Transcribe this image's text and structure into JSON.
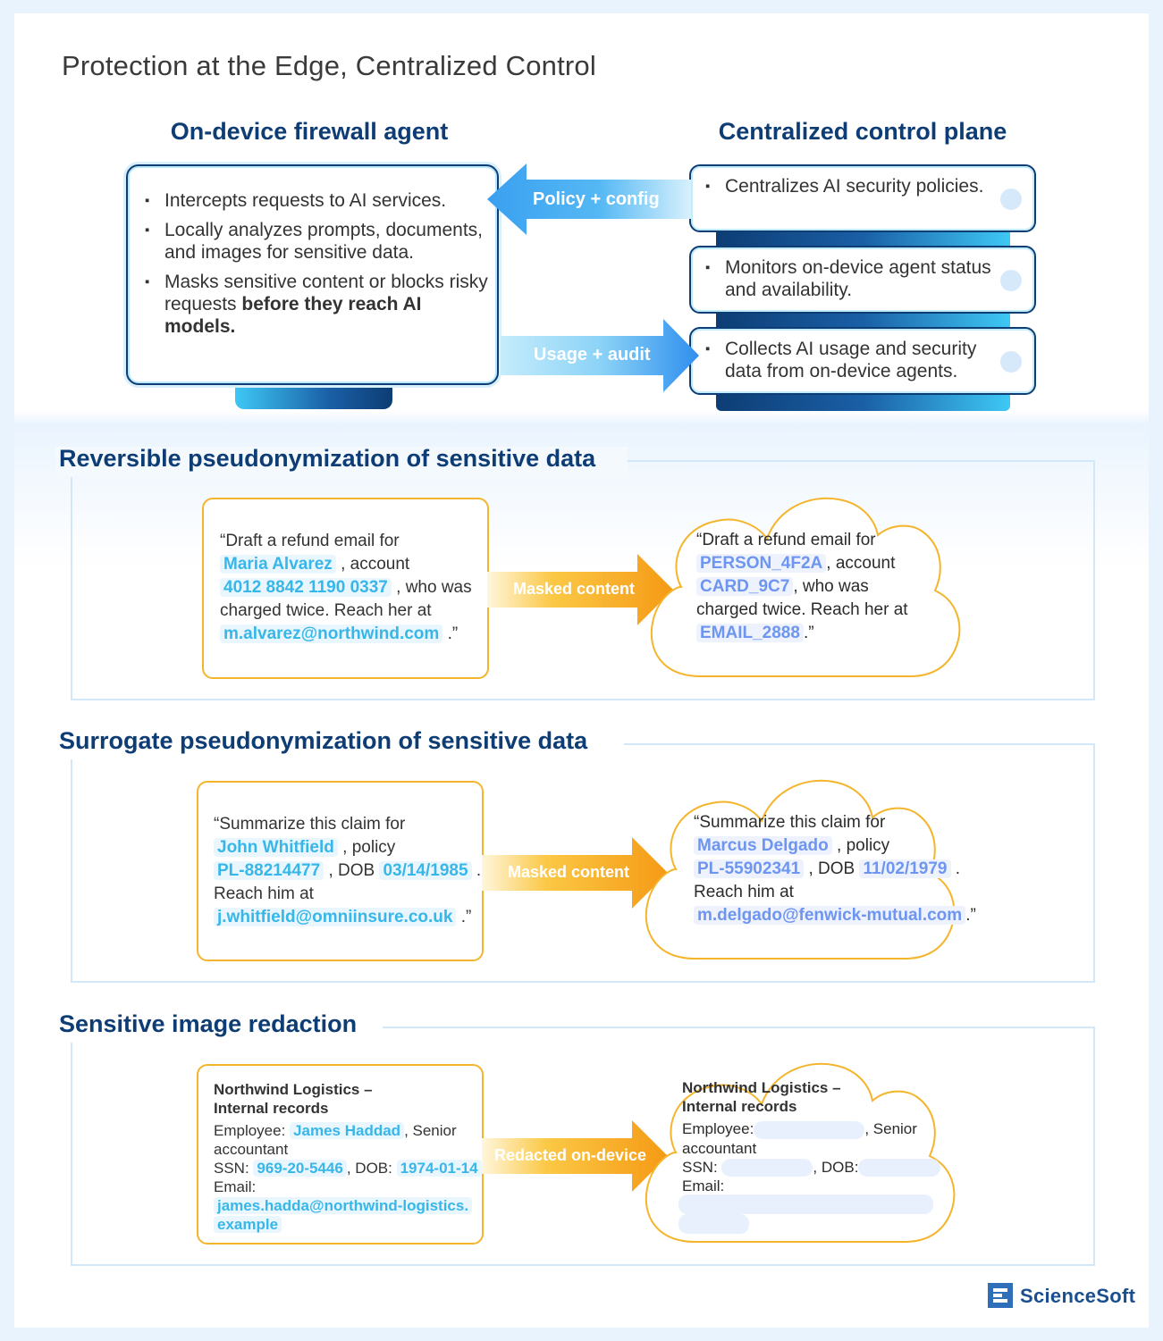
{
  "title": "Protection at the Edge, Centralized Control",
  "agent": {
    "heading": "On-device firewall agent",
    "bullets": [
      "Intercepts requests to AI services.",
      "Locally analyzes prompts, documents, and images for sensitive data.",
      "Masks sensitive content or blocks risky requests "
    ],
    "bullet3_bold": "before they reach AI models."
  },
  "control": {
    "heading": "Centralized control plane",
    "cards": [
      "Centralizes AI security policies.",
      "Monitors on-device agent status and availability.",
      "Collects AI usage and security data from on-device agents."
    ]
  },
  "arrows": {
    "policy": "Policy + config",
    "usage": "Usage + audit"
  },
  "sections": {
    "reversible": {
      "title": "Reversible pseudonymization of sensitive data",
      "arrow": "Masked content",
      "src": {
        "t1": "“Draft a refund email for",
        "name": "Maria Alvarez",
        "t2": ", account",
        "card": "4012 8842 1190 0337",
        "t3": ", who was",
        "t4": "charged twice. Reach her at",
        "email": "m.alvarez@northwind.com",
        "t5": ".”"
      },
      "dst": {
        "t1": "“Draft a refund email for",
        "name": "PERSON_4F2A",
        "t2": ", account",
        "card": "CARD_9C7",
        "t3": ", who was",
        "t4": "charged twice. Reach her at",
        "email": "EMAIL_2888",
        "t5": ".”"
      }
    },
    "surrogate": {
      "title": "Surrogate pseudonymization of sensitive data",
      "arrow": "Masked content",
      "src": {
        "t1": "“Summarize this claim for",
        "name": "John Whitfield",
        "t2": ", policy",
        "policy": "PL-88214477",
        "t3": ", DOB",
        "dob": "03/14/1985",
        "t4": ".",
        "t5": "Reach him at",
        "email": "j.whitfield@omniinsure.co.uk",
        "t6": ".”"
      },
      "dst": {
        "t1": "“Summarize this claim for",
        "name": "Marcus Delgado",
        "t2": ", policy",
        "policy": "PL-55902341",
        "t3": ", DOB",
        "dob": "11/02/1979",
        "t4": ".",
        "t5": "Reach him at",
        "email": "m.delgado@fenwick-mutual.com",
        "t6": ".”"
      }
    },
    "image": {
      "title": "Sensitive image redaction",
      "arrow": "Redacted on-device",
      "heading1": "Northwind Logistics –",
      "heading2": "Internal records",
      "employee_label": "Employee:",
      "employee": "James Haddad",
      "role1": ", Senior",
      "role2": "accountant",
      "ssn_label": "SSN:",
      "ssn": "969-20-5446",
      "dob_label": ", DOB:",
      "dob": "1974-01-14",
      "email_label": "Email:",
      "email1": "james.hadda@northwind-logistics.",
      "email2": "example"
    }
  },
  "logo": "ScienceSoft",
  "colors": {
    "navy": "#0d3d74",
    "cyan": "#37b7e9",
    "orange": "#f4a01c",
    "blue": "#6e95ef"
  }
}
